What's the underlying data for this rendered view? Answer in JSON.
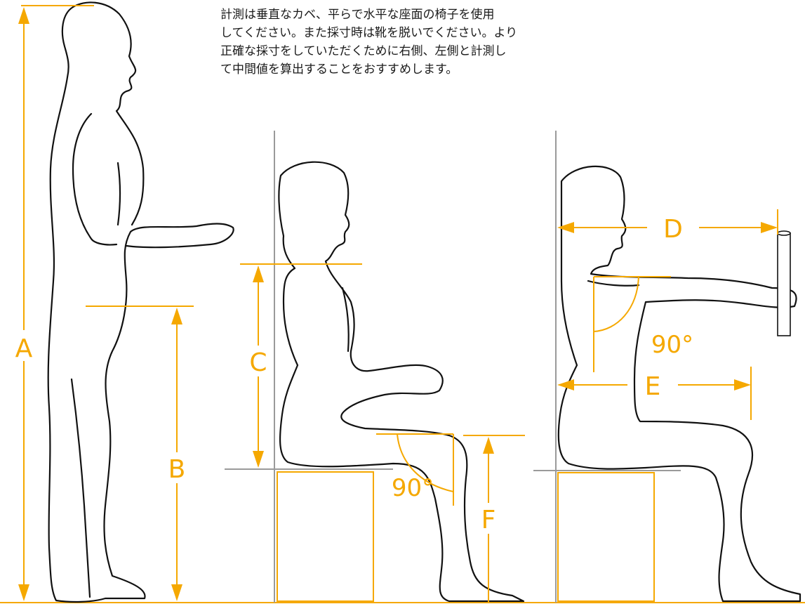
{
  "instructions": {
    "lines": [
      "計測は垂直なカベ、平らで水平な座面の椅子を使用",
      "してください。また採寸時は靴を脱いでください。より",
      "正確な採寸をしていただくために右側、左側と計測し",
      "て中間値を算出することをおすすめします。"
    ]
  },
  "labels": {
    "a": "A",
    "b": "B",
    "c": "C",
    "d": "D",
    "e": "E",
    "f": "F",
    "angle_knee": "90°",
    "angle_shoulder": "90°"
  },
  "colors": {
    "accent": "#f5a800",
    "figure": "#111111",
    "wall": "#9a9a9a"
  }
}
